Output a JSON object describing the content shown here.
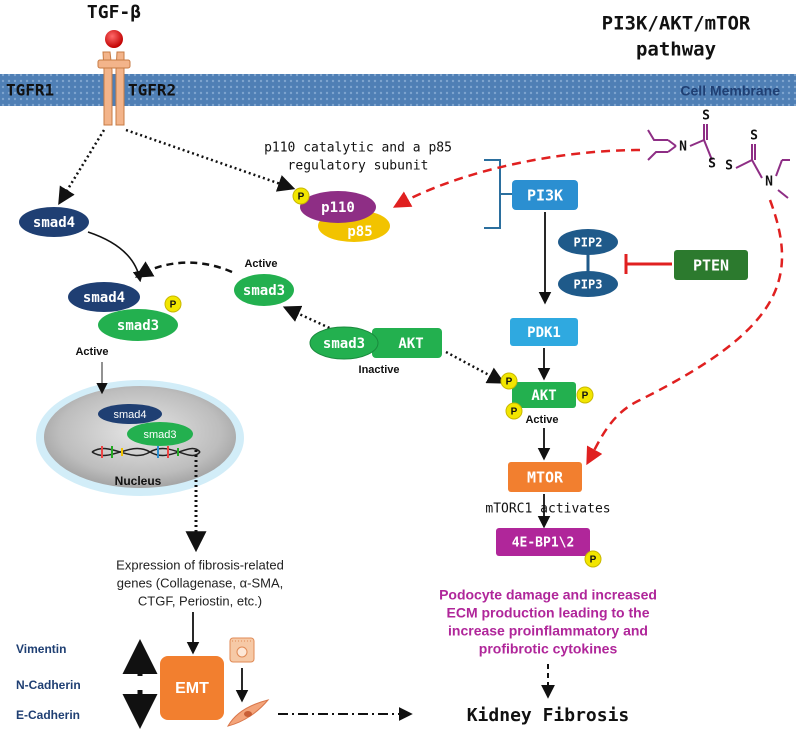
{
  "ligand": {
    "label": "TGF-β"
  },
  "title": {
    "line1": "PI3K/AKT/mTOR",
    "line2": "pathway"
  },
  "membrane": {
    "label": "Cell Membrane",
    "receptor1": "TGFR1",
    "receptor2": "TGFR2"
  },
  "p110_note": {
    "line1": "p110 catalytic and a p85",
    "line2": "regulatory subunit"
  },
  "nodes": {
    "smad4_top": "smad4",
    "smad4_complex": "smad4",
    "smad3_complex": "smad3",
    "complex_state": "Active",
    "smad3_active_state": "Active",
    "smad3_active": "smad3",
    "smad3_inactive": "smad3",
    "akt_inactive": "AKT",
    "inactive_state": "Inactive",
    "p110": "p110",
    "p85": "p85",
    "pi3k": "PI3K",
    "pip2": "PIP2",
    "pip3": "PIP3",
    "pten": "PTEN",
    "pdk1": "PDK1",
    "akt_active": "AKT",
    "akt_active_state": "Active",
    "mtor": "MTOR",
    "mtorc1": "mTORC1 activates",
    "eif4ebp": "4E-BP1\\2",
    "phospho": "P"
  },
  "nucleus": {
    "label": "Nucleus",
    "smad4": "smad4",
    "smad3": "smad3"
  },
  "expression": {
    "line1": "Expression of fibrosis-related",
    "line2": "genes (Collagenase, α-SMA,",
    "line3": "CTGF, Periostin, etc.)"
  },
  "emt": {
    "label": "EMT",
    "markers": [
      "Vimentin",
      "N-Cadherin",
      "E-Cadherin"
    ]
  },
  "podocyte": {
    "line1": "Podocyte damage and increased",
    "line2": "ECM production leading to the",
    "line3": "increase proinflammatory and",
    "line4": "profibrotic cytokines"
  },
  "outcome": {
    "label": "Kidney Fibrosis"
  },
  "molecule": {
    "atoms": [
      "N",
      "S",
      "S",
      "S",
      "S",
      "N"
    ]
  },
  "colors": {
    "membrane": "#4f7fb5",
    "navy": "#1f3f73",
    "green": "#23b04f",
    "purple": "#8e2e85",
    "yellow": "#f2c300",
    "blue": "#2b8fd1",
    "pten": "#2c7a2e",
    "orange": "#f27f2f",
    "magenta": "#b0269a",
    "red_dash": "#e02020"
  }
}
